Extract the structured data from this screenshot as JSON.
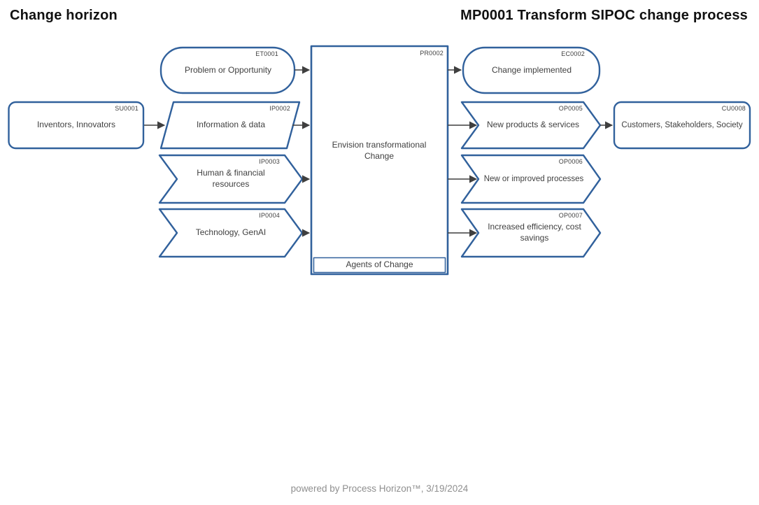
{
  "header": {
    "left_title": "Change horizon",
    "right_title": "MP0001 Transform SIPOC change process"
  },
  "footer": {
    "text": "powered by Process Horizon™, 3/19/2024"
  },
  "colors": {
    "shape_border": "#31619C",
    "shape_fill": "#ffffff",
    "arrow": "#3f3f3f",
    "label_text": "#404040",
    "title_text": "#111111",
    "footer_text": "#8f8f8f"
  },
  "nodes": {
    "supplier": {
      "code": "SU0001",
      "label": "Inventors, Innovators"
    },
    "trigger": {
      "code": "ET0001",
      "label": "Problem or Opportunity"
    },
    "input1": {
      "code": "IP0002",
      "label": "Information & data"
    },
    "input2": {
      "code": "IP0003",
      "label": "Human & financial resources"
    },
    "input3": {
      "code": "IP0004",
      "label": "Technology, GenAI"
    },
    "process": {
      "code": "PR0002",
      "label": "Envision transformational Change",
      "sublabel": "Agents of Change"
    },
    "end_event": {
      "code": "EC0002",
      "label": "Change implemented"
    },
    "output1": {
      "code": "OP0005",
      "label": "New products & services"
    },
    "output2": {
      "code": "OP0006",
      "label": "New or improved processes"
    },
    "output3": {
      "code": "OP0007",
      "label": "Increased efficiency, cost savings"
    },
    "customer": {
      "code": "CU0008",
      "label": "Customers, Stakeholders, Society"
    }
  }
}
